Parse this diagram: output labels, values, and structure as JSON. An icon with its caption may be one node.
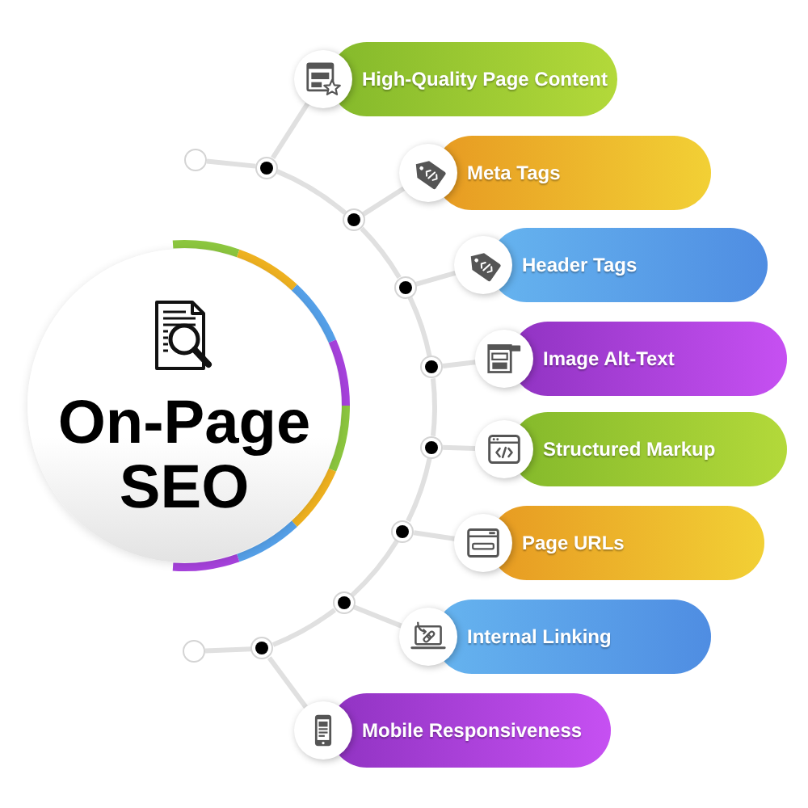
{
  "diagram": {
    "nodes": [
      {
        "text": [
          "On-Page SEO"
        ]
      },
      {
        "text": [
          "High-Quality Page Content"
        ]
      },
      {
        "text": [
          "Meta Tags"
        ]
      },
      {
        "text": [
          "Header Tags"
        ]
      },
      {
        "text": [
          "Image Alt-Text"
        ]
      },
      {
        "text": [
          "Structured Markup"
        ]
      },
      {
        "text": [
          "Page URLs"
        ]
      },
      {
        "text": [
          "Internal Linking"
        ]
      },
      {
        "text": [
          "Mobile Responsiveness"
        ]
      },
      {
        "text": [],
        "shape": "circle"
      },
      {
        "text": [],
        "shape": "circle"
      },
      {
        "text": [],
        "shape": "circle"
      },
      {
        "text": [],
        "shape": "circle"
      },
      {
        "text": [],
        "shape": "circle"
      },
      {
        "text": [],
        "shape": "circle"
      },
      {
        "text": [],
        "shape": "circle"
      },
      {
        "text": [],
        "shape": "circle"
      },
      {
        "text": [],
        "shape": "circle"
      },
      {
        "text": [],
        "shape": "circle"
      }
    ],
    "edges": [
      {
        "from": 9,
        "to": 1,
        "arrow": "none"
      },
      {
        "from": 10,
        "to": 2,
        "arrow": "none"
      },
      {
        "from": 11,
        "to": 3,
        "arrow": "none"
      },
      {
        "from": 12,
        "to": 4,
        "arrow": "none"
      },
      {
        "from": 13,
        "to": 5,
        "arrow": "none"
      },
      {
        "from": 14,
        "to": 6,
        "arrow": "none"
      },
      {
        "from": 15,
        "to": 7,
        "arrow": "none"
      },
      {
        "from": 16,
        "to": 8,
        "arrow": "none"
      },
      {
        "from": 17,
        "to": 9,
        "arrow": "none"
      },
      {
        "from": 9,
        "to": 10,
        "arrow": "none"
      },
      {
        "from": 10,
        "to": 11,
        "arrow": "none"
      },
      {
        "from": 11,
        "to": 12,
        "arrow": "none"
      },
      {
        "from": 12,
        "to": 13,
        "arrow": "none"
      },
      {
        "from": 13,
        "to": 14,
        "arrow": "none"
      },
      {
        "from": 14,
        "to": 15,
        "arrow": "none"
      },
      {
        "from": 15,
        "to": 16,
        "arrow": "none"
      },
      {
        "from": 16,
        "to": 18,
        "arrow": "none"
      }
    ]
  }
}
